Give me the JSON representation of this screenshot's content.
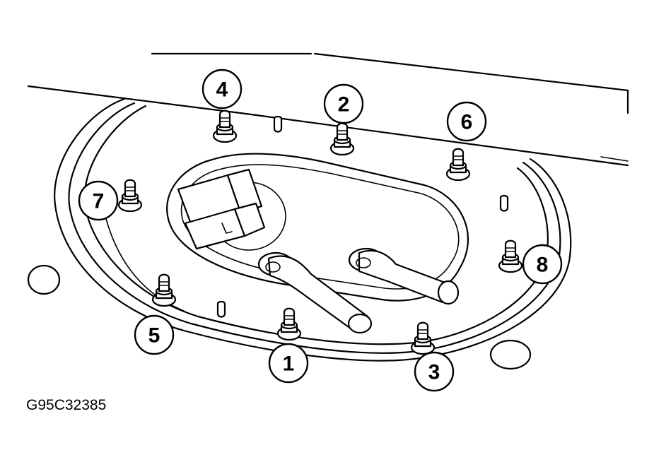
{
  "figure_code": "G95C32385",
  "callouts": {
    "c1": "1",
    "c2": "2",
    "c3": "3",
    "c4": "4",
    "c5": "5",
    "c6": "6",
    "c7": "7",
    "c8": "8"
  },
  "colors": {
    "ink": "#000000",
    "paper": "#ffffff"
  }
}
